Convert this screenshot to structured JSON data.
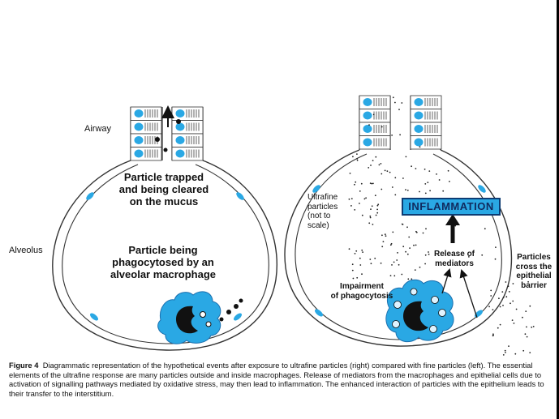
{
  "labels": {
    "airway": "Airway",
    "alveolus": "Alveolus",
    "trapped": [
      "Particle trapped",
      "and being cleared",
      "on the mucus"
    ],
    "phagocytosed": [
      "Particle being",
      "phagocytosed by an",
      "alveolar macrophage"
    ],
    "ultrafine": [
      "Ultrafine",
      "particles",
      "(not to",
      "scale)"
    ],
    "inflammation": "INFLAMMATION",
    "release": [
      "Release of",
      "mediators"
    ],
    "impairment": [
      "Impairment",
      "of phagocytosis"
    ],
    "cross": [
      "Particles",
      "cross the",
      "epithelial",
      "barrier"
    ]
  },
  "caption": {
    "label": "Figure 4",
    "text": "Diagrammatic representation of the hypothetical events after exposure to ultrafine particles (right) compared with fine particles (left). The essential elements of the ultrafine response are many particles outside and inside macrophages. Release of mediators from the macrophages and epithelial cells due to activation of signalling pathways mediated by oxidative stress, may then lead to inflammation. The enhanced interaction of particles with the epithelium leads to their transfer to the interstitium."
  },
  "colors": {
    "cell_blue": "#2aa8e4",
    "nucleus": "#1f7fc4",
    "outline": "#222222",
    "box_border": "#0d3c73"
  }
}
